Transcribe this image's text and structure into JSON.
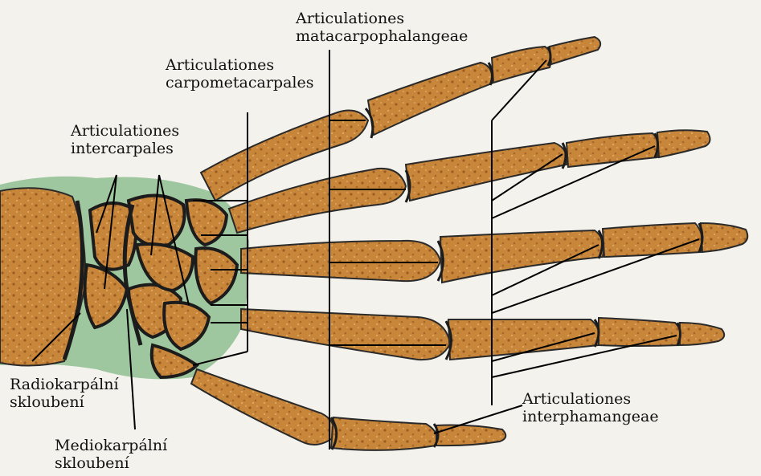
{
  "labels": {
    "metacarpophalangeae": [
      "Articulationes",
      "matacarpophalangeae"
    ],
    "carpometacarpales": [
      "Articulationes",
      "carpometacarpales"
    ],
    "intercarpales": [
      "Articulationes",
      "intercarpales"
    ],
    "radiokarpalni": [
      "Radiokarpální",
      "skloubení"
    ],
    "mediokarpalni": [
      "Mediokarpální",
      "skloubení"
    ],
    "interphalangeae": [
      "Articulationes",
      "interphamangeae"
    ]
  },
  "colors": {
    "bone": "#c8863a",
    "bone_dark": "#9a5c22",
    "bone_light": "#e2b070",
    "cartilage": "#8fbf92",
    "joint_line": "#1c1c1c",
    "leader": "#000000",
    "background": "#f4f2ec"
  }
}
